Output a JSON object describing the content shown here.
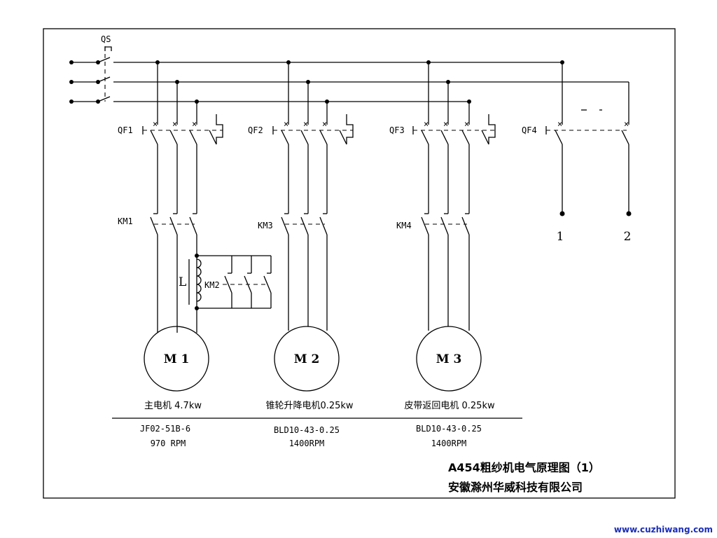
{
  "switches": {
    "qs": "QS",
    "qf1": "QF1",
    "qf2": "QF2",
    "qf3": "QF3",
    "qf4": "QF4"
  },
  "contactors": {
    "km1": "KM1",
    "km2": "KM2",
    "km3": "KM3",
    "km4": "KM4"
  },
  "inductor": "L",
  "terminals": [
    "1",
    "2"
  ],
  "motors": [
    {
      "label": "M 1",
      "desc": "主电机 4.7kw",
      "model": "JF02-51B-6",
      "rpm": "970 RPM"
    },
    {
      "label": "M 2",
      "desc": "锥轮升降电机0.25kw",
      "model": "BLD10-43-0.25",
      "rpm": "1400RPM"
    },
    {
      "label": "M 3",
      "desc": "皮带返回电机 0.25kw",
      "model": "BLD10-43-0.25",
      "rpm": "1400RPM"
    }
  ],
  "title_block": {
    "line1": "A454粗纱机电气原理图（1）",
    "line2": "安徽滁州华威科技有限公司"
  },
  "watermark": "www.cuzhiwang.com"
}
